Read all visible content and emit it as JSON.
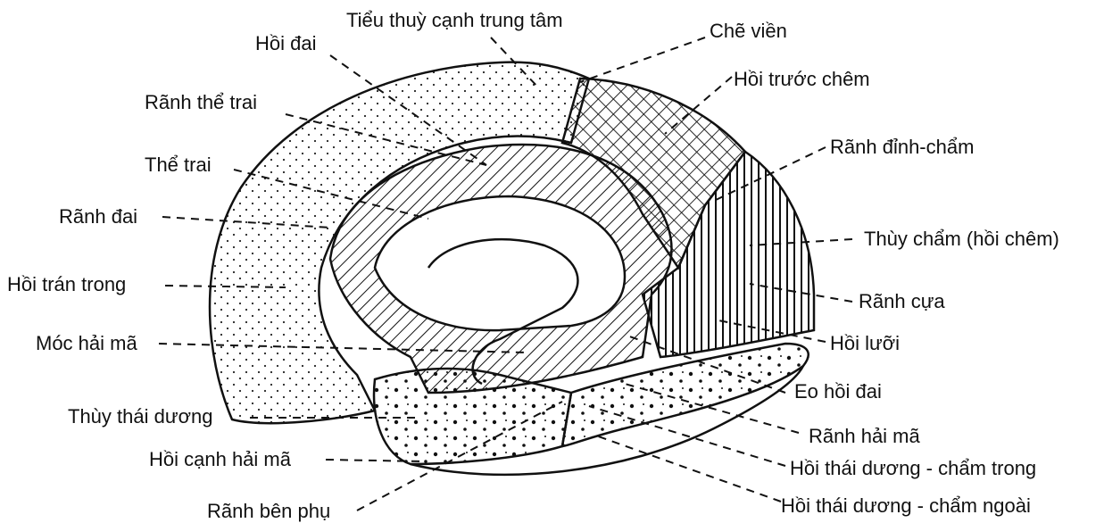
{
  "figure": {
    "labels_left": {
      "hoi_dai": "Hồi đai",
      "ranh_the_trai": "Rãnh thể trai",
      "the_trai": "Thể trai",
      "ranh_dai": "Rãnh đai",
      "hoi_tran_trong": "Hồi trán trong",
      "moc_hai_ma": "Móc hải mã",
      "thuy_thai_duong": "Thùy thái dương",
      "hoi_canh_hai_ma": "Hồi cạnh hải mã",
      "ranh_ben_phu": "Rãnh bên phụ"
    },
    "labels_top": {
      "tieu_thuy": "Tiểu thuỳ cạnh trung tâm"
    },
    "labels_right": {
      "che_vien": "Chẽ viền",
      "hoi_truoc_chem": "Hồi trước chêm",
      "ranh_dinh_cham": "Rãnh đỉnh-chẩm",
      "thuy_cham": "Thùy chẩm (hồi chêm)",
      "ranh_cua": "Rãnh cựa",
      "hoi_luoi": "Hồi lưỡi",
      "eo_hoi_dai": "Eo hồi đai",
      "ranh_hai_ma": "Rãnh hải mã",
      "hoi_td_cham_trong": "Hồi thái dương - chẩm trong",
      "hoi_td_cham_ngoai": "Hồi thái dương - chẩm ngoài"
    }
  }
}
